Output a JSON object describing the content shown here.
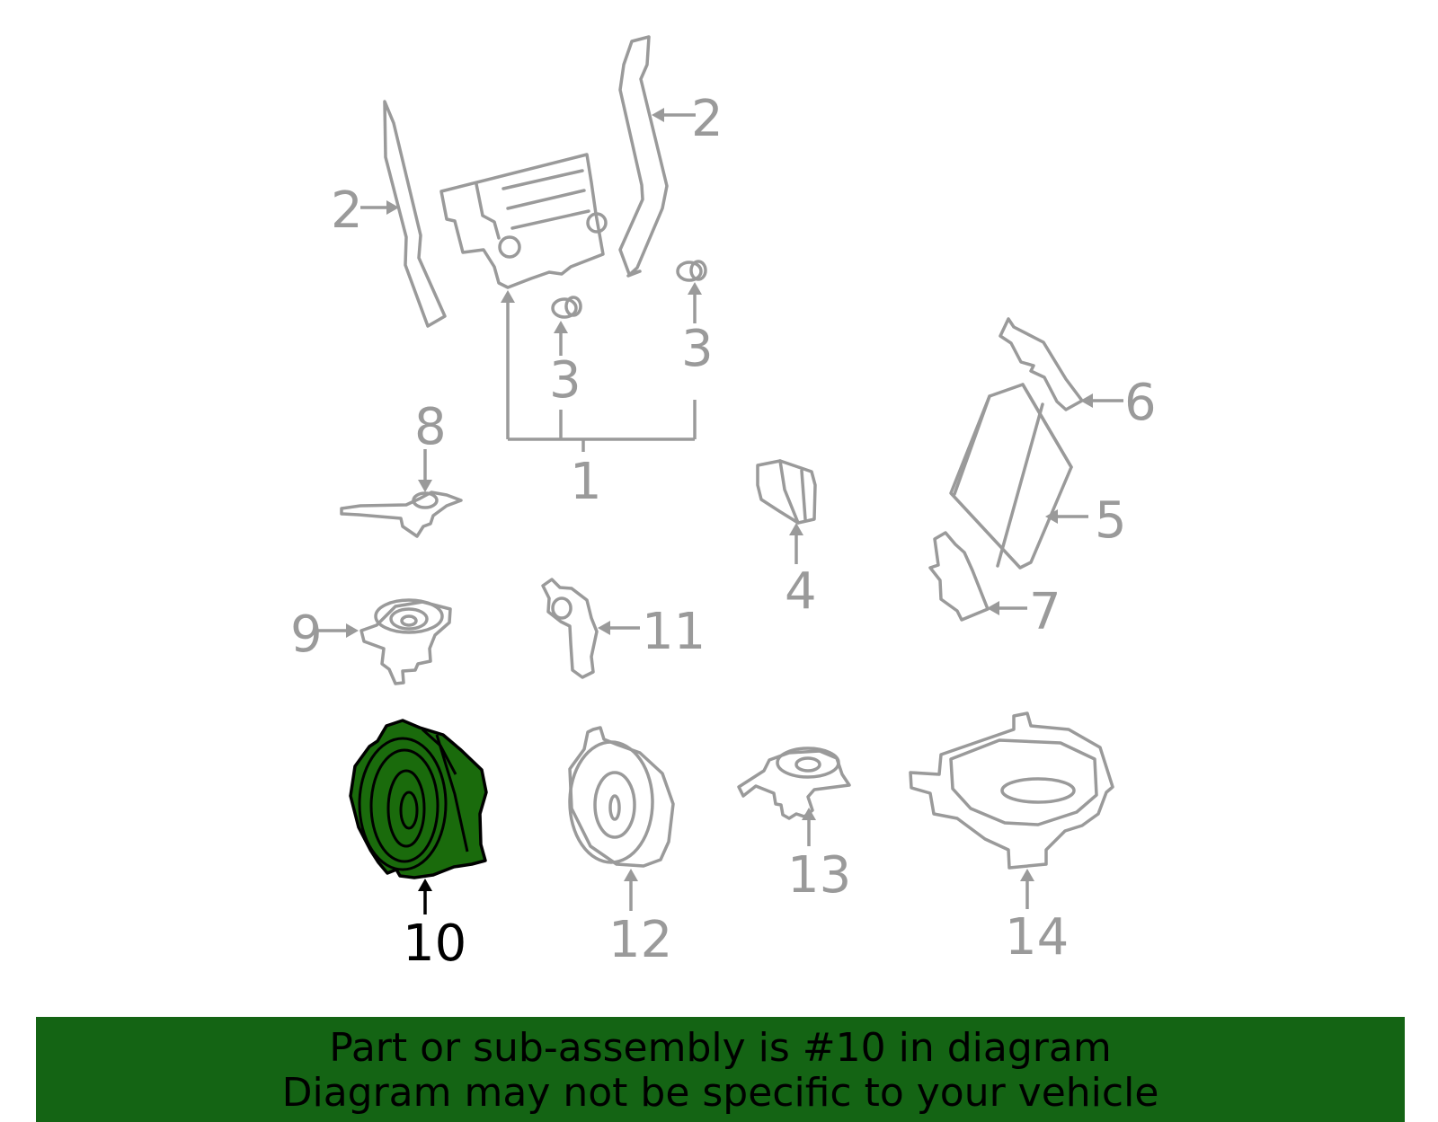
{
  "colors": {
    "highlight": "#1a6b0c",
    "banner": "#146414",
    "part_gray": "#9a9a9a"
  },
  "callouts": {
    "c1": "1",
    "c2a": "2",
    "c2b": "2",
    "c3a": "3",
    "c3b": "3",
    "c4": "4",
    "c5": "5",
    "c6": "6",
    "c7": "7",
    "c8": "8",
    "c9": "9",
    "c10": "10",
    "c11": "11",
    "c12": "12",
    "c13": "13",
    "c14": "14"
  },
  "highlighted_part": "10",
  "banner": {
    "line1": "Part or sub-assembly is #10 in diagram",
    "line2": "Diagram may not be specific to your vehicle"
  }
}
